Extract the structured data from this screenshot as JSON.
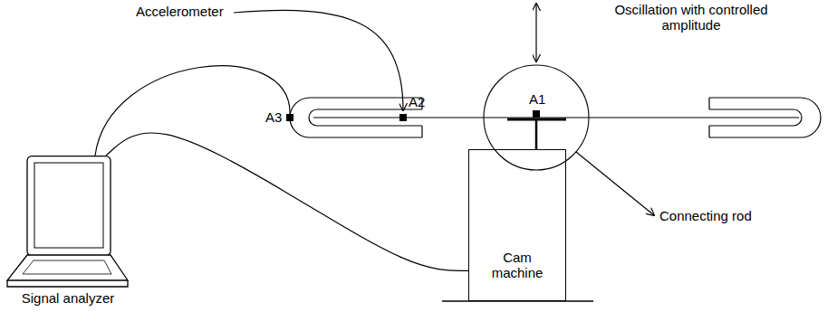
{
  "diagram": {
    "nodes": [
      {
        "text": [
          "Signal analyzer"
        ]
      },
      {
        "text": [
          "Cam machine"
        ]
      }
    ],
    "edges": [
      {
        "from": 0,
        "to": 1,
        "arrow": "none"
      }
    ],
    "labels": [
      "Accelerometer",
      "Oscillation with controlled amplitude",
      "A1",
      "A2",
      "A3",
      "Connecting rod"
    ]
  }
}
